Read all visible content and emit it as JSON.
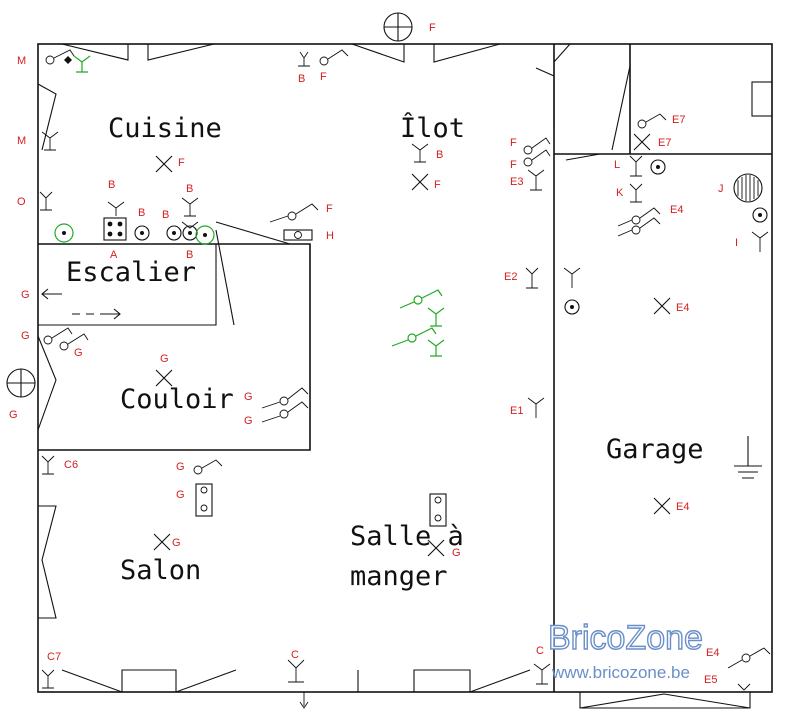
{
  "rooms": {
    "cuisine": "Cuisine",
    "ilot": "Îlot",
    "escalier": "Escalier",
    "couloir": "Couloir",
    "garage": "Garage",
    "salle_line1": "Salle à",
    "salle_line2": "manger",
    "salon": "Salon"
  },
  "codes": {
    "F": "F",
    "B": "B",
    "M": "M",
    "O": "O",
    "A": "A",
    "G": "G",
    "H": "H",
    "C": "C",
    "C6": "C6",
    "C7": "C7",
    "E1": "E1",
    "E2": "E2",
    "E3": "E3",
    "E4": "E4",
    "E5": "E5",
    "E7": "E7",
    "I": "I",
    "J": "J",
    "K": "K",
    "L": "L"
  },
  "watermark": {
    "brand": "BricoZone",
    "url": "www.bricozone.be"
  },
  "colors": {
    "code": "#d42020",
    "new_item": "#22aa22",
    "watermark": "#6a8fc8"
  }
}
